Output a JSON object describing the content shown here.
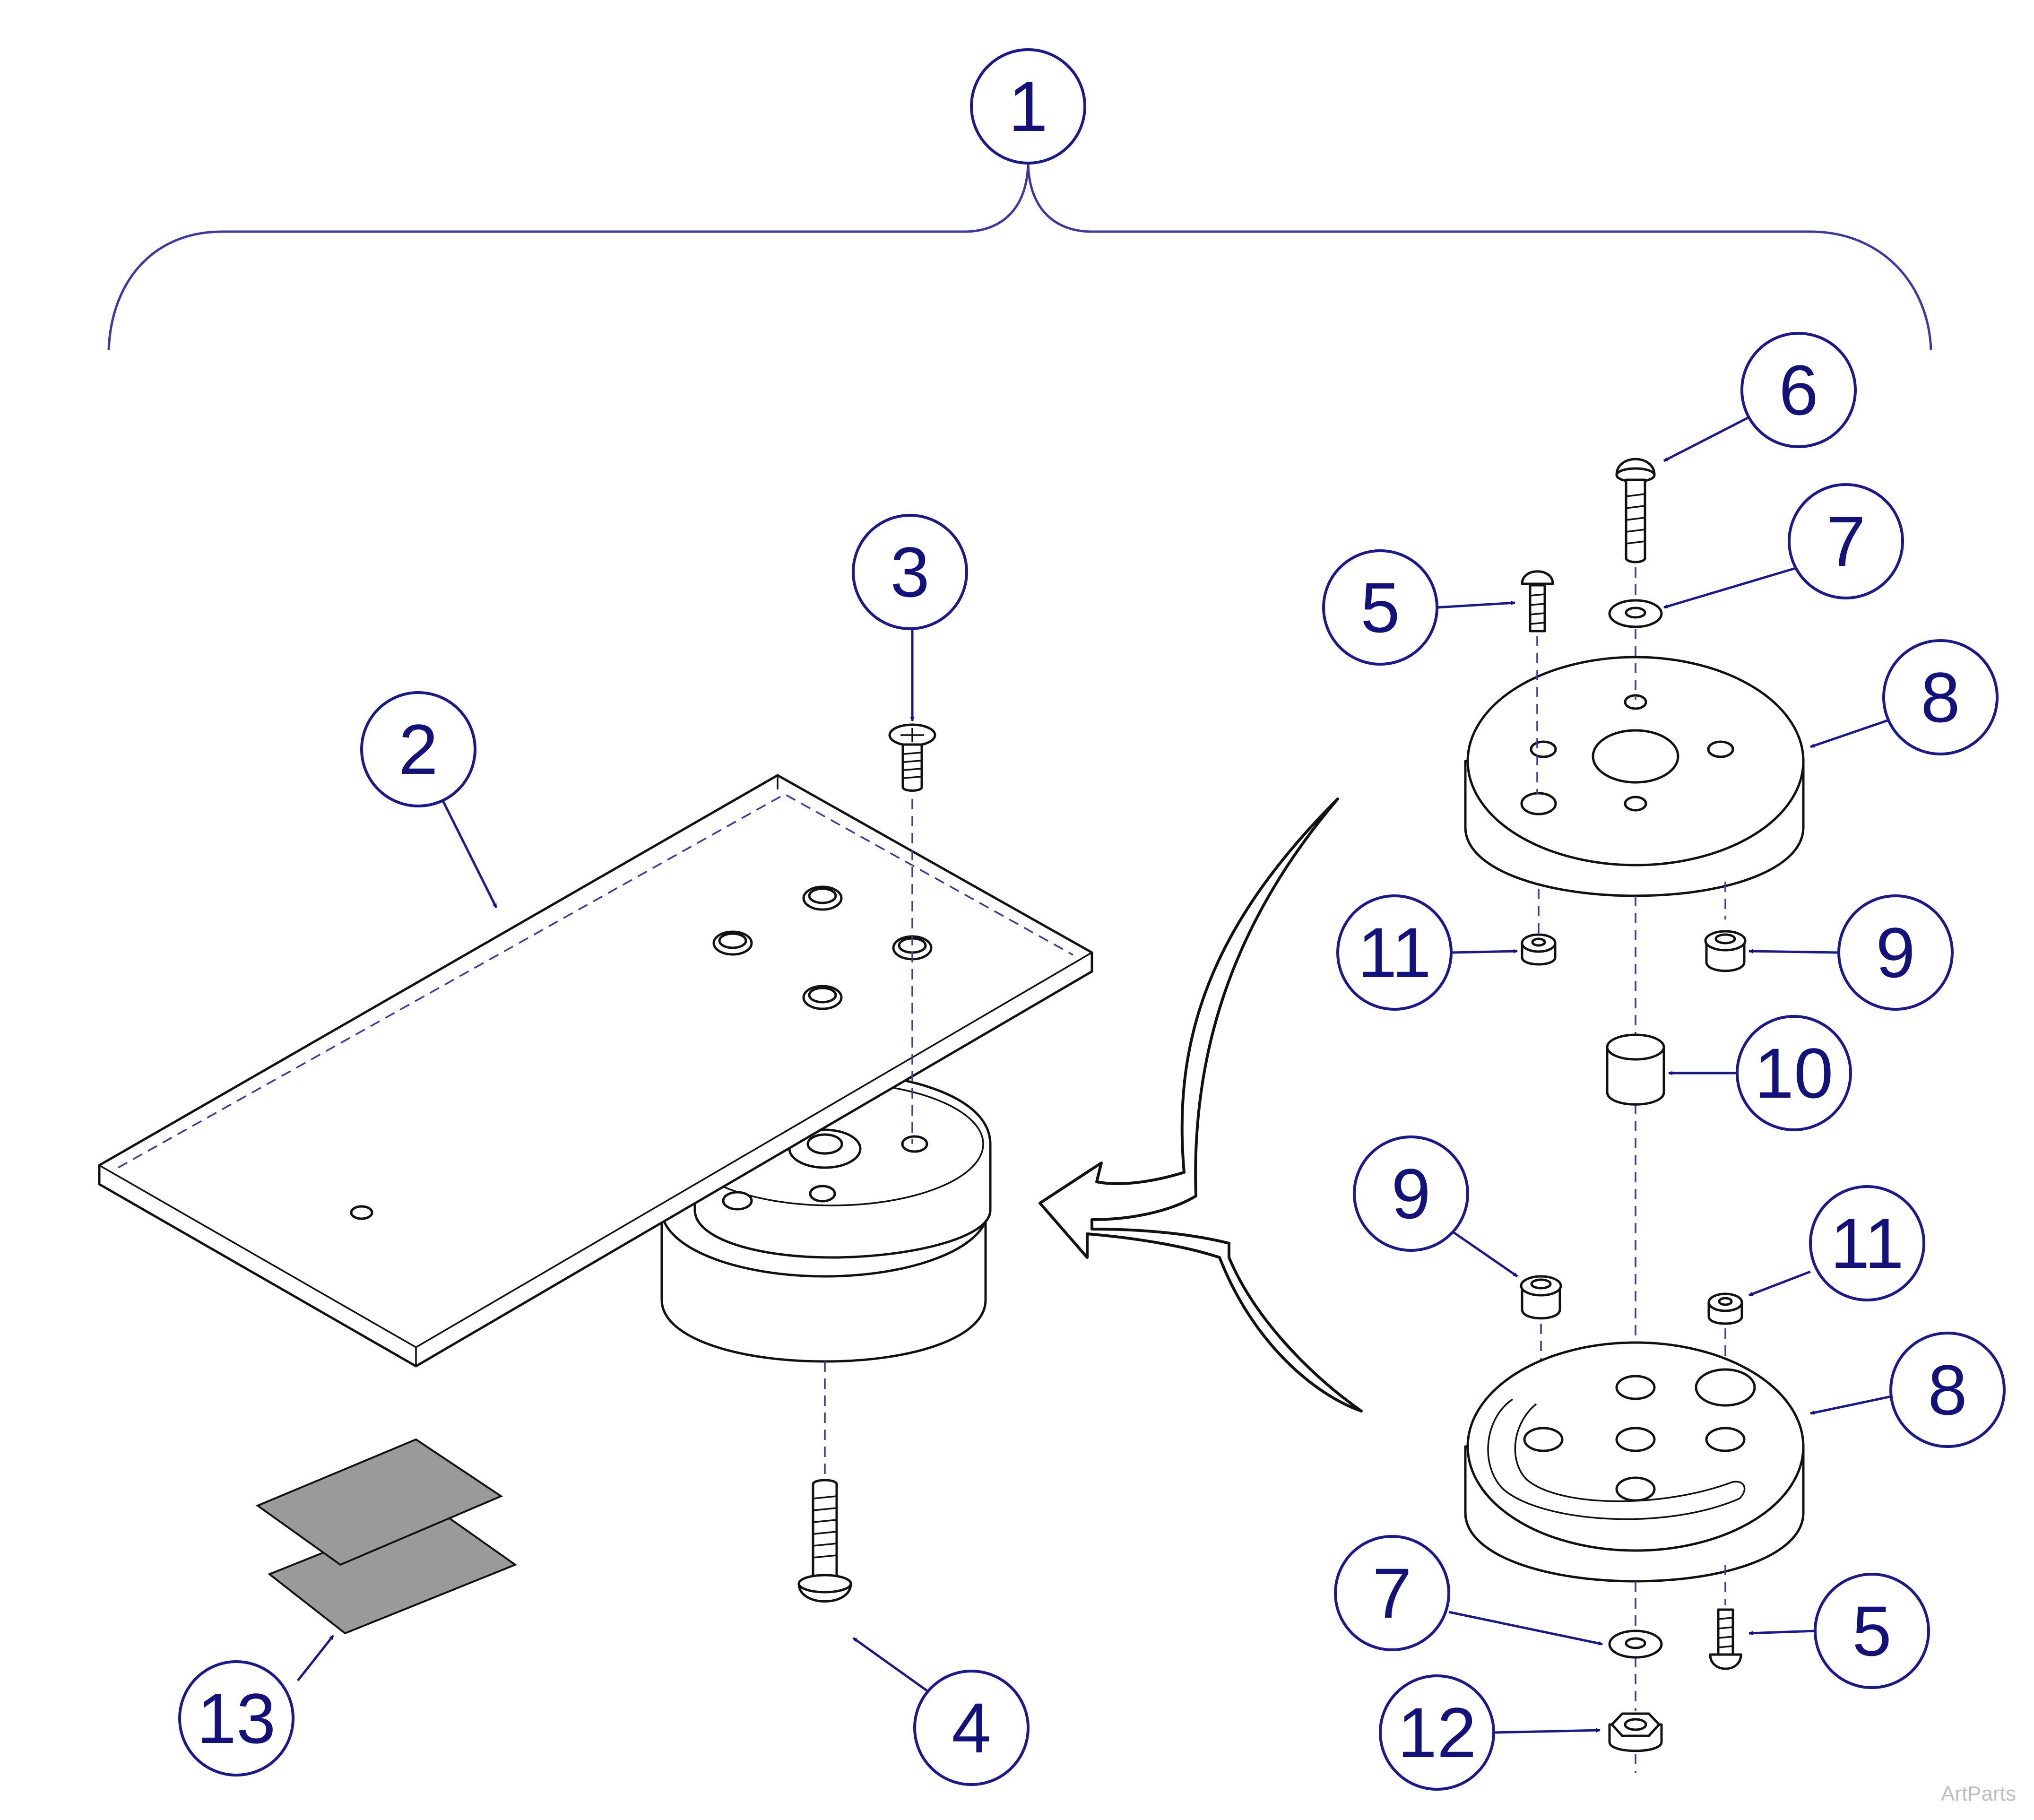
{
  "figure": {
    "watermark": "ArtParts",
    "callouts": [
      {
        "id": "c1",
        "label": "1"
      },
      {
        "id": "c2",
        "label": "2"
      },
      {
        "id": "c3",
        "label": "3"
      },
      {
        "id": "c4",
        "label": "4"
      },
      {
        "id": "c5a",
        "label": "5"
      },
      {
        "id": "c5b",
        "label": "5"
      },
      {
        "id": "c6",
        "label": "6"
      },
      {
        "id": "c7a",
        "label": "7"
      },
      {
        "id": "c7b",
        "label": "7"
      },
      {
        "id": "c8a",
        "label": "8"
      },
      {
        "id": "c8b",
        "label": "8"
      },
      {
        "id": "c9a",
        "label": "9"
      },
      {
        "id": "c9b",
        "label": "9"
      },
      {
        "id": "c10",
        "label": "10"
      },
      {
        "id": "c11a",
        "label": "11"
      },
      {
        "id": "c11b",
        "label": "11"
      },
      {
        "id": "c12",
        "label": "12"
      },
      {
        "id": "c13",
        "label": "13"
      }
    ],
    "colors": {
      "callout": "#12127a",
      "leader": "#1a1a8c",
      "line": "#111111",
      "sheet": "#9a9a9a"
    }
  }
}
